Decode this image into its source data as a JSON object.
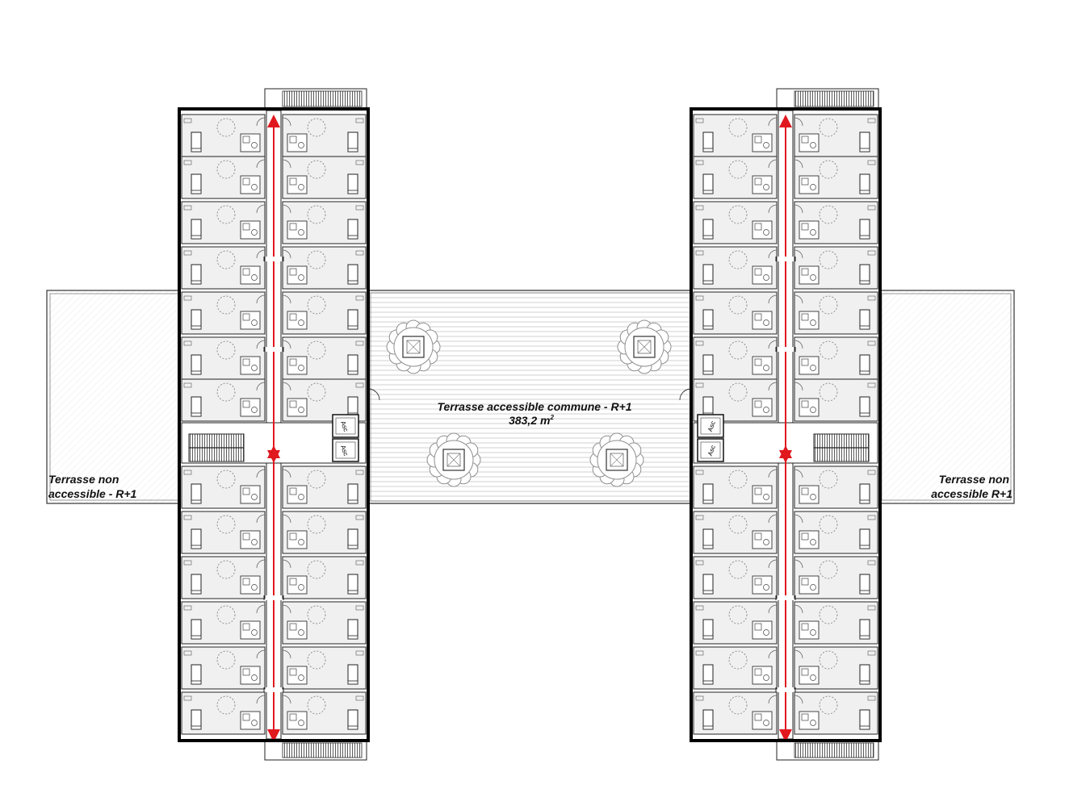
{
  "plan": {
    "colors": {
      "wall": "#000000",
      "room_fill": "#f0f0f0",
      "terrace_fill": "#f2f2f2",
      "hatch": "#bdbdbd",
      "circulation_arrow": "#e0191f",
      "tree": "#8f8f8f"
    },
    "common_terrace": {
      "title": "Terrasse accessible commune - R+1",
      "area_value": "383,2 m",
      "area_exponent": "2"
    },
    "left_terrace": {
      "line1": "Terrasse non",
      "line2": "accessible - R+1"
    },
    "right_terrace": {
      "line1": "Terrasse non",
      "line2": "accessible R+1"
    },
    "elevator_label": "Asc",
    "wings": [
      "left-wing",
      "right-wing"
    ],
    "trees_count": 4
  }
}
